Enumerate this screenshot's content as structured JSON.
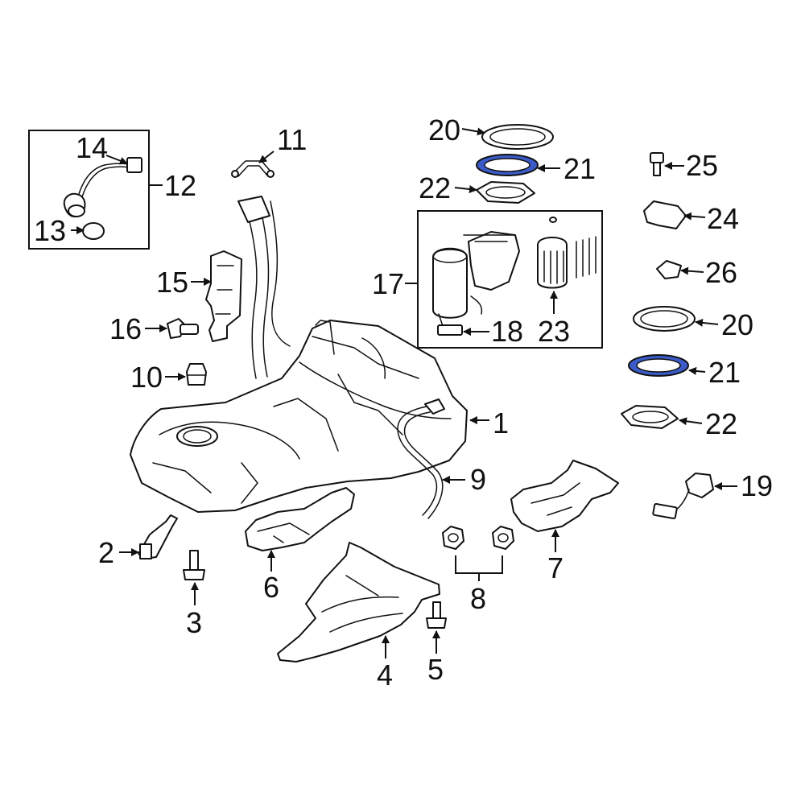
{
  "diagram": {
    "callouts": {
      "c1": "1",
      "c2": "2",
      "c3": "3",
      "c4": "4",
      "c5": "5",
      "c6": "6",
      "c7": "7",
      "c8": "8",
      "c9": "9",
      "c10": "10",
      "c11": "11",
      "c12": "12",
      "c13": "13",
      "c14": "14",
      "c15": "15",
      "c16": "16",
      "c17": "17",
      "c18": "18",
      "c19": "19",
      "c20a": "20",
      "c20b": "20",
      "c21a": "21",
      "c21b": "21",
      "c22a": "22",
      "c22b": "22",
      "c23": "23",
      "c24": "24",
      "c25": "25",
      "c26": "26"
    },
    "colors": {
      "highlight": "#3b5bc8",
      "line": "#111111",
      "background": "#ffffff"
    }
  }
}
